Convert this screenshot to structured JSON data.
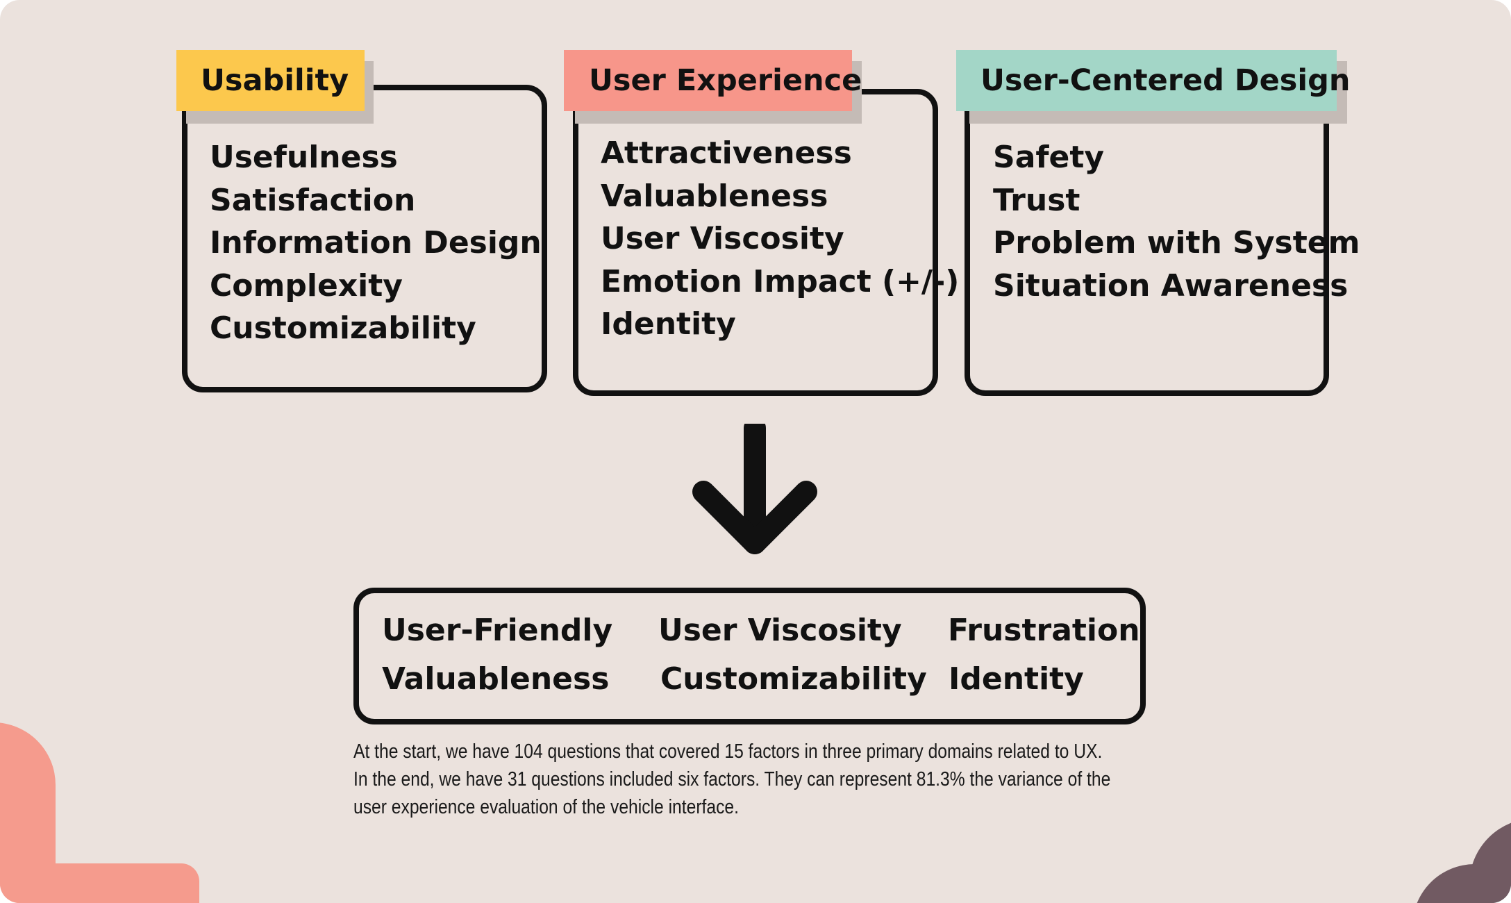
{
  "colors": {
    "background": "#ebe2dd",
    "usability": "#fcc84d",
    "user_experience": "#f7968a",
    "user_centered_design": "#a3d6c7",
    "shadow": "#c4bbb6",
    "decor_pink": "#f59b8d",
    "decor_plum": "#715a62"
  },
  "categories": [
    {
      "label": "Usability",
      "items": [
        "Usefulness",
        "Satisfaction",
        "Information Design",
        "Complexity",
        "Customizability"
      ]
    },
    {
      "label": "User Experience",
      "items": [
        "Attractiveness",
        "Valuableness",
        "User Viscosity",
        "Emotion Impact (+/-)",
        "Identity"
      ]
    },
    {
      "label": "User-Centered Design",
      "items": [
        "Safety",
        "Trust",
        "Problem with System",
        "Situation Awareness"
      ]
    }
  ],
  "arrow_icon": "arrow-down-icon",
  "result": {
    "items": [
      "User-Friendly",
      "User Viscosity",
      "Frustration",
      "Valuableness",
      "Customizability",
      "Identity"
    ]
  },
  "note": {
    "lines": [
      "At the start, we have 104 questions that covered 15 factors in three primary domains related to UX.",
      "In the end, we have 31 questions included six factors. They can represent 81.3% the variance of the",
      "user experience evaluation of the vehicle interface."
    ]
  }
}
